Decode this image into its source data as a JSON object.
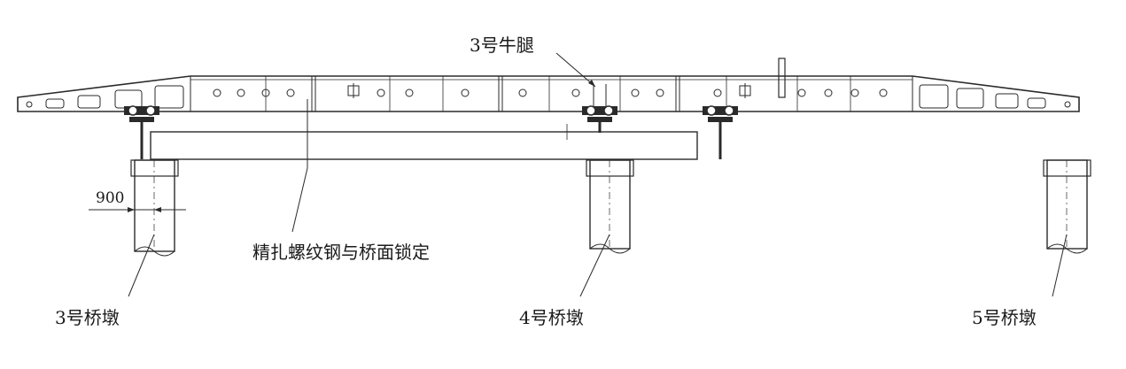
{
  "labels": {
    "bracket": "3号牛腿",
    "rebar_lock": "精扎螺纹钢与桥面锁定",
    "pier3": "3号桥墩",
    "pier4": "4号桥墩",
    "pier5": "5号桥墩",
    "dimension": "900"
  },
  "colors": {
    "line": "#2a2a2a",
    "background": "#ffffff"
  }
}
